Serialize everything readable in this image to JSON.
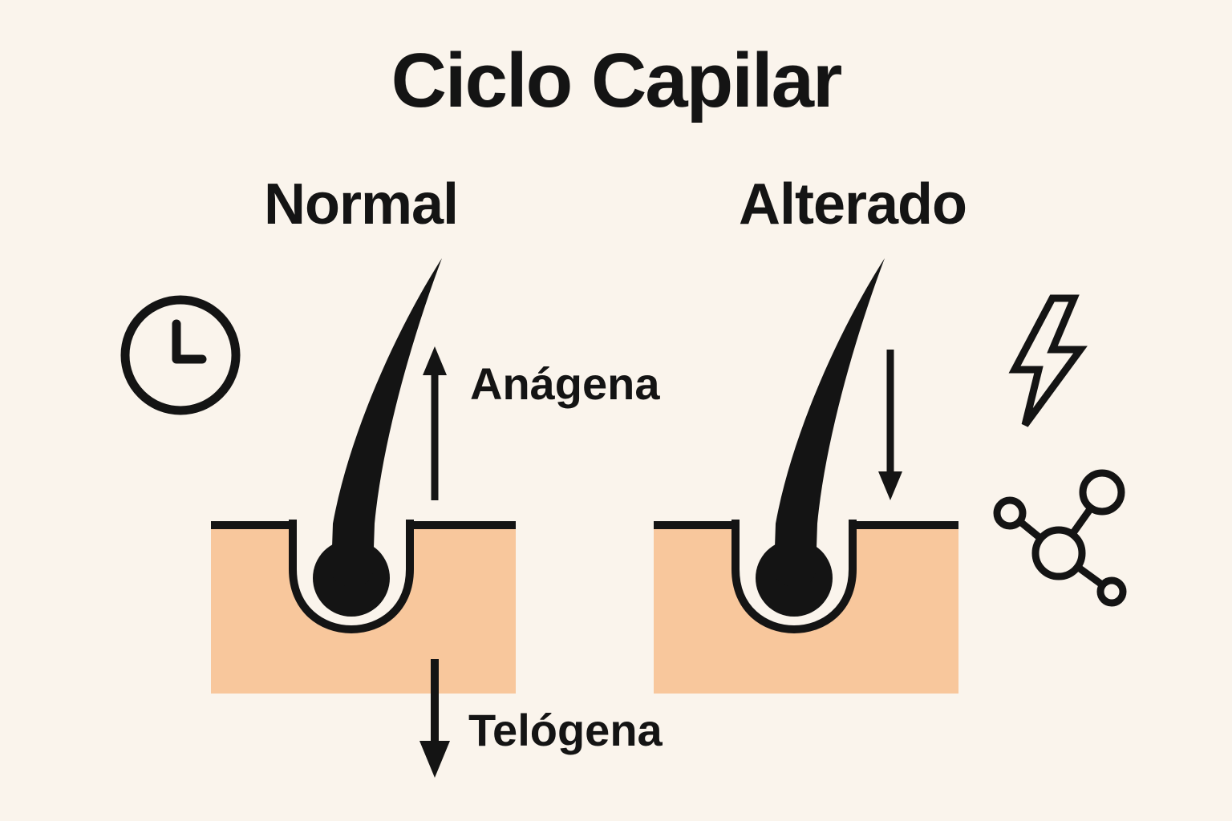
{
  "title": "Ciclo Capilar",
  "columns": [
    {
      "id": "normal",
      "label": "Normal"
    },
    {
      "id": "alterado",
      "label": "Alterado"
    }
  ],
  "phases": {
    "anagena": "Anágena",
    "telogena": "Telógena"
  },
  "icons": {
    "clock": "clock-icon",
    "lightning": "lightning-bolt-icon",
    "molecule": "molecule-icon"
  },
  "colors": {
    "bg": "#FAF4EC",
    "skin": "#F8C79C",
    "ink": "#141414"
  }
}
